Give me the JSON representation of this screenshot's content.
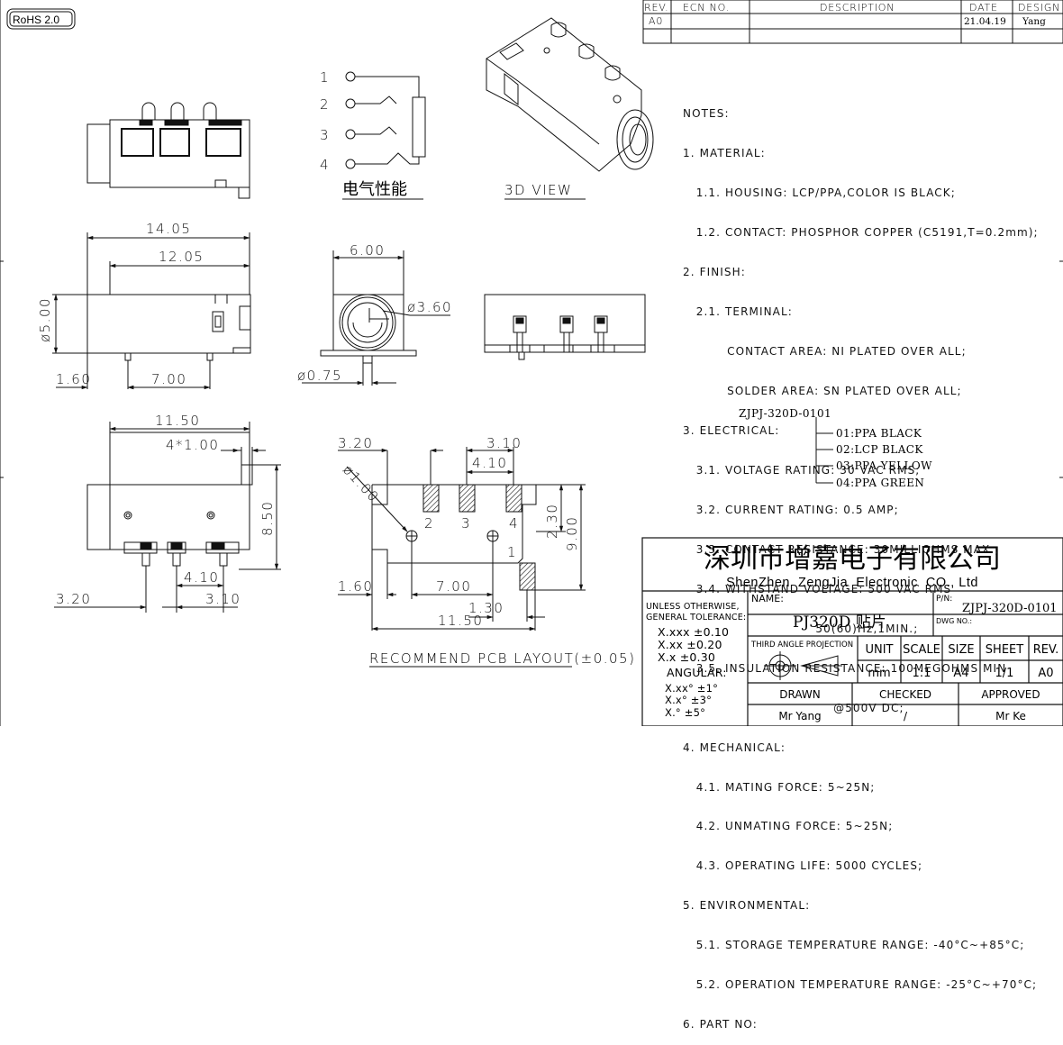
{
  "badge": "RoHS 2.0",
  "revision_table": {
    "headers": [
      "REV.",
      "ECN NO.",
      "DESCRIPTION",
      "DATE",
      "DESIGN"
    ],
    "rows": [
      [
        "A0",
        "",
        "",
        "21.04.19",
        "Yang"
      ],
      [
        "",
        "",
        "",
        "",
        ""
      ]
    ]
  },
  "schematic": {
    "pins": [
      "1",
      "2",
      "3",
      "4"
    ],
    "caption": "电气性能"
  },
  "view3d_caption": "3D VIEW",
  "dims": {
    "d14_05": "14.05",
    "d12_05": "12.05",
    "phi5_00": "ø5.00",
    "d1_60a": "1.60",
    "d7_00a": "7.00",
    "d6_00": "6.00",
    "phi3_60": "ø3.60",
    "phi0_75": "ø0.75",
    "d11_50a": "11.50",
    "d4x1_00": "4*1.00",
    "d8_50": "8.50",
    "d4_10a": "4.10",
    "d3_20a": "3.20",
    "d3_10a": "3.10",
    "d3_20b": "3.20",
    "d3_10b": "3.10",
    "d4_10b": "4.10",
    "phi1_00": "ø1.00",
    "d2_30": "2.30",
    "d9_00": "9.00",
    "d1_60b": "1.60",
    "d7_00b": "7.00",
    "d1_30": "1.30",
    "d11_50b": "11.50",
    "pad2": "2",
    "pad3": "3",
    "pad4": "4",
    "pad1": "1"
  },
  "pcb_caption": "RECOMMEND PCB LAYOUT(±0.05)",
  "notes": [
    "NOTES:",
    "1. MATERIAL:",
    "   1.1. HOUSING: LCP/PPA,COLOR IS BLACK;",
    "   1.2. CONTACT: PHOSPHOR COPPER (C5191,T=0.2mm);",
    "2. FINISH:",
    "   2.1. TERMINAL:",
    "          CONTACT AREA: NI PLATED OVER ALL;",
    "          SOLDER AREA: SN PLATED OVER ALL;",
    "3. ELECTRICAL:",
    "   3.1. VOLTAGE RATING: 30 VAC RMS;",
    "   3.2. CURRENT RATING: 0.5 AMP;",
    "   3.3. CONTACT RESISTANCE: 30MILLIOHMS MAX.;",
    "   3.4. WITHSTAND VOLTAGE: 500 VAC RMS",
    "                              50(60)Hz,1MIN.;",
    "   3.5. INSULATION RESISTANCE: 100MEGOHMS MIN",
    "                                  @500V DC;",
    "4. MECHANICAL:",
    "   4.1. MATING FORCE: 5~25N;",
    "   4.2. UNMATING FORCE: 5~25N;",
    "   4.3. OPERATING LIFE: 5000 CYCLES;",
    "5. ENVIRONMENTAL:",
    "   5.1. STORAGE TEMPERATURE RANGE: -40°C~+85°C;",
    "   5.2. OPERATION TEMPERATURE RANGE: -25°C~+70°C;",
    "6. PART NO:"
  ],
  "part_no": {
    "base": "ZJPJ-320D-0101",
    "options": [
      "01:PPA BLACK",
      "02:LCP BLACK",
      "03:PPA YELLOW",
      "04:PPA GREEN"
    ]
  },
  "title_block": {
    "company_cn": "深圳市增嘉电子有限公司",
    "company_en": "ShenZhen  ZengJia  Electronic  CO., Ltd",
    "name_label": "NAME:",
    "name_value": "PJ320D 贴片",
    "pn_label": "P/N:",
    "pn_value": "ZJPJ-320D-0101",
    "dwg_label": "DWG NO.:",
    "tolerance_title": "UNLESS    OTHERWISE GENERAL TOLERANCE:",
    "tolerances": [
      "X.xxx  ±0.10",
      "X.xx   ±0.20",
      "X.x    ±0.30"
    ],
    "angular_title": "ANGULAR:",
    "angulars": [
      "X.xx°  ±1°",
      "X.x°   ±3°",
      "X.°    ±5°"
    ],
    "projection_label": "THIRD ANGLE PROJECTION",
    "unit_label": "UNIT",
    "unit_value": "mm",
    "scale_label": "SCALE",
    "scale_value": "1:1",
    "size_label": "SIZE",
    "size_value": "A4",
    "sheet_label": "SHEET",
    "sheet_value": "1/1",
    "rev_label": "REV.",
    "rev_value": "A0",
    "drawn_label": "DRAWN",
    "drawn_value": "Mr Yang",
    "checked_label": "CHECKED",
    "checked_value": "/",
    "approved_label": "APPROVED",
    "approved_value": "Mr Ke"
  }
}
